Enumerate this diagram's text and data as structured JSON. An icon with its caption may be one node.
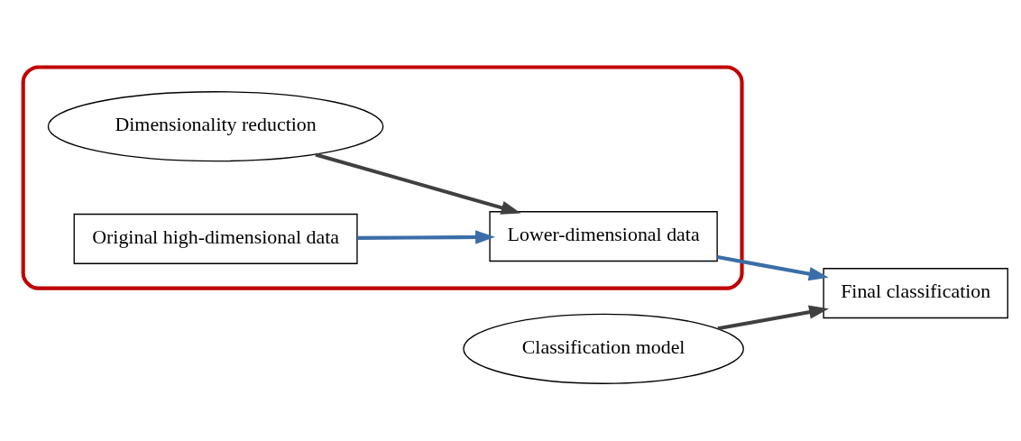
{
  "diagram": {
    "nodes": [
      {
        "text": [],
        "shape": "box"
      },
      {
        "text": [
          "Dimensionality reduction"
        ],
        "in": 0
      },
      {
        "text": [
          "Original high-dimensional data"
        ],
        "in": 0
      },
      {
        "text": [
          "Lower-dimensional data"
        ],
        "in": 0
      },
      {
        "text": [
          "Classification model"
        ]
      },
      {
        "text": [
          "Final classification"
        ]
      }
    ],
    "edges": [
      {
        "from": 2,
        "to": 3,
        "arrow": "to",
        "color": "#3b6ea8"
      },
      {
        "from": 1,
        "to": 3,
        "arrow": "to",
        "color": "#404040"
      },
      {
        "from": 3,
        "to": 5,
        "arrow": "to",
        "color": "#3b6ea8"
      },
      {
        "from": 4,
        "to": 5,
        "arrow": "to",
        "color": "#404040"
      }
    ]
  }
}
